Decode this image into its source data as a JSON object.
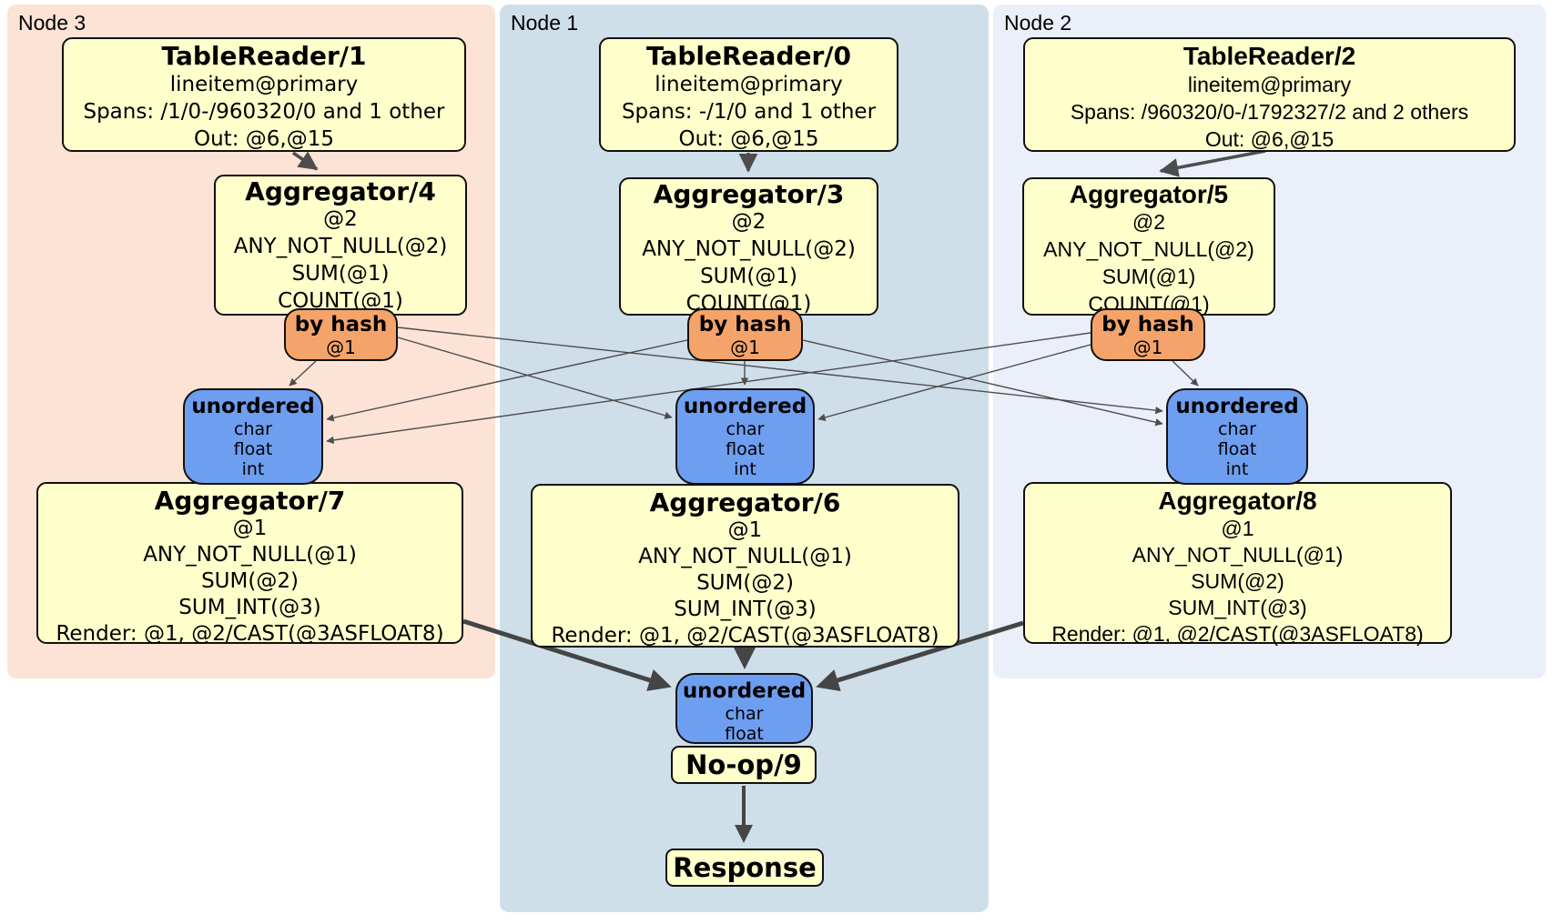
{
  "colors": {
    "node3-bg": "#fce3d5",
    "node1-bg": "#cfdfe9",
    "node2-bg": "#eaeffa",
    "box-bg": "#ffffcc",
    "router-bg": "#f4a46a",
    "sync-bg": "#6e9ef0",
    "box-border": "#111111",
    "edge": "#4d4d4d"
  },
  "panels": [
    {
      "label": "Node 3",
      "table_reader": {
        "title": "TableReader/1",
        "lines": [
          "lineitem@primary",
          "Spans: /1/0-/960320/0 and 1 other",
          "Out: @6,@15"
        ]
      },
      "aggregator_top": {
        "title": "Aggregator/4",
        "lines": [
          "@2",
          "ANY_NOT_NULL(@2)",
          "SUM(@1)",
          "COUNT(@1)"
        ]
      },
      "hash_router": {
        "title": "by hash",
        "key": "@1"
      },
      "sync": {
        "title": "unordered",
        "lines": [
          "char",
          "float",
          "int"
        ]
      },
      "aggregator_bottom": {
        "title": "Aggregator/7",
        "lines": [
          "@1",
          "ANY_NOT_NULL(@1)",
          "SUM(@2)",
          "SUM_INT(@3)",
          "Render: @1, @2/CAST(@3ASFLOAT8)"
        ]
      }
    },
    {
      "label": "Node 1",
      "table_reader": {
        "title": "TableReader/0",
        "lines": [
          "lineitem@primary",
          "Spans: -/1/0 and 1 other",
          "Out: @6,@15"
        ]
      },
      "aggregator_top": {
        "title": "Aggregator/3",
        "lines": [
          "@2",
          "ANY_NOT_NULL(@2)",
          "SUM(@1)",
          "COUNT(@1)"
        ]
      },
      "hash_router": {
        "title": "by hash",
        "key": "@1"
      },
      "sync": {
        "title": "unordered",
        "lines": [
          "char",
          "float",
          "int"
        ]
      },
      "aggregator_bottom": {
        "title": "Aggregator/6",
        "lines": [
          "@1",
          "ANY_NOT_NULL(@1)",
          "SUM(@2)",
          "SUM_INT(@3)",
          "Render: @1, @2/CAST(@3ASFLOAT8)"
        ]
      }
    },
    {
      "label": "Node 2",
      "table_reader": {
        "title": "TableReader/2",
        "lines": [
          "lineitem@primary",
          "Spans: /960320/0-/1792327/2 and 2 others",
          "Out: @6,@15"
        ]
      },
      "aggregator_top": {
        "title": "Aggregator/5",
        "lines": [
          "@2",
          "ANY_NOT_NULL(@2)",
          "SUM(@1)",
          "COUNT(@1)"
        ]
      },
      "hash_router": {
        "title": "by hash",
        "key": "@1"
      },
      "sync": {
        "title": "unordered",
        "lines": [
          "char",
          "float",
          "int"
        ]
      },
      "aggregator_bottom": {
        "title": "Aggregator/8",
        "lines": [
          "@1",
          "ANY_NOT_NULL(@1)",
          "SUM(@2)",
          "SUM_INT(@3)",
          "Render: @1, @2/CAST(@3ASFLOAT8)"
        ]
      }
    }
  ],
  "final": {
    "sync": {
      "title": "unordered",
      "lines": [
        "char",
        "float"
      ]
    },
    "noop": {
      "title": "No-op/9"
    },
    "response": {
      "title": "Response"
    }
  }
}
